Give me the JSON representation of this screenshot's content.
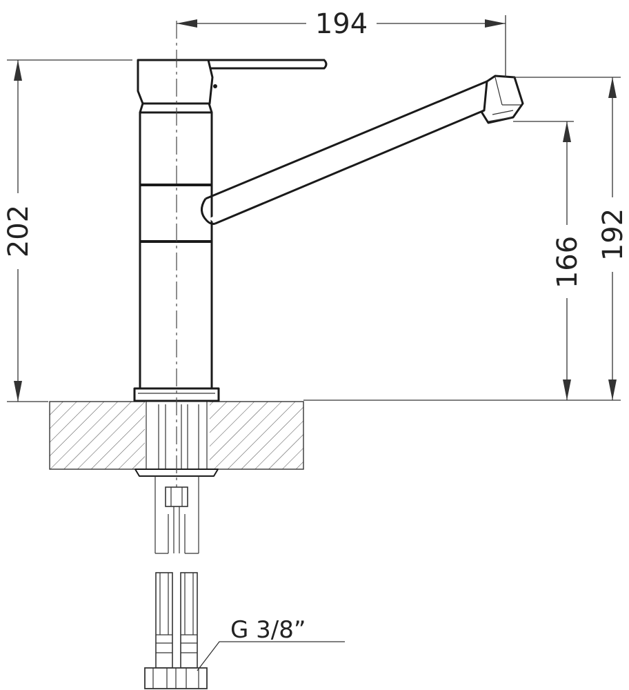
{
  "dimensions": {
    "spout_reach": "194",
    "total_height": "202",
    "spout_height": "192",
    "outlet_clearance": "166"
  },
  "connection": {
    "thread_label": "G 3/8”"
  }
}
